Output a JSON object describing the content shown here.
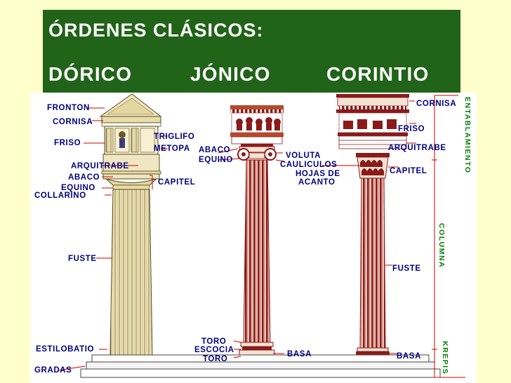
{
  "title": {
    "line1": "ÓRDENES CLÁSICOS:",
    "orders": [
      "DÓRICO",
      "JÓNICO",
      "CORINTIO"
    ]
  },
  "colors": {
    "title_bg": "#216318",
    "page_bg": "#FFFFCC",
    "label_text": "#000080",
    "label_green": "#008000",
    "doric_column": "#E8DFB0",
    "ionic_column": "#8B1A1A",
    "corinthian_column": "#8B1A1A"
  },
  "labels": {
    "fronton": "FRONTON",
    "cornisa_doric": "CORNISA",
    "friso_doric": "FRISO",
    "triglifo": "TRIGLIFO",
    "metopa": "METOPA",
    "arquitrabe_doric": "ARQUITRABE",
    "abaco_doric": "ABACO",
    "equino_doric": "EQUINO",
    "collarino": "COLLARINO",
    "capitel_doric": "CAPITEL",
    "fuste_doric": "FUSTE",
    "estilobatio": "ESTILOBATIO",
    "gradas": "GRADAS",
    "abaco_ionic": "ABACO",
    "equino_ionic": "EQUINO",
    "voluta": "VOLUTA",
    "cauliculos": "CAULICULOS",
    "hojas_de": "HOJAS DE",
    "acanto": "ACANTO",
    "toro1": "TORO",
    "escocia": "ESCOCIA",
    "toro2": "TORO",
    "basa_ionic": "BASA",
    "cornisa_cor": "CORNISA",
    "friso_cor": "FRISO",
    "arquitrabe_cor": "ARQUITRABE",
    "capitel_cor": "CAPITEL",
    "fuste_cor": "FUSTE",
    "basa_cor": "BASA",
    "entablamiento": "ENTABLAMIENTO",
    "columna": "COLUMNA",
    "krepis": "KREPIS"
  }
}
